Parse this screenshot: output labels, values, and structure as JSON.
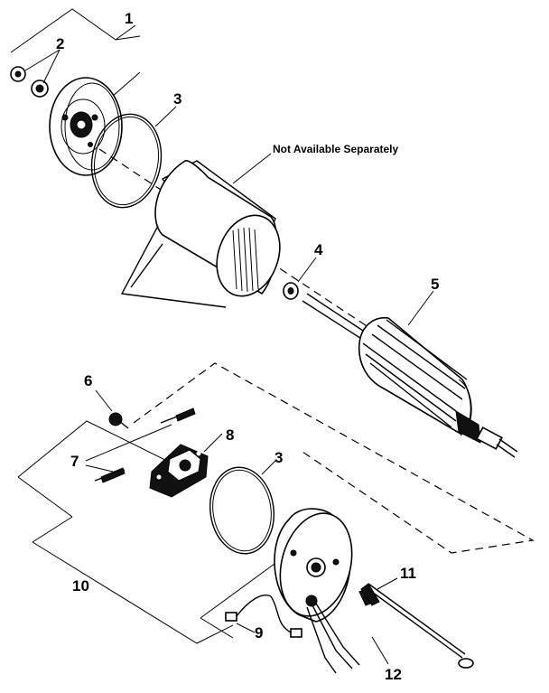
{
  "callouts": {
    "c1": "1",
    "c2": "2",
    "c3_top": "3",
    "c4": "4",
    "c5": "5",
    "c6": "6",
    "c7": "7",
    "c8": "8",
    "c3_bottom": "3",
    "c9": "9",
    "c10": "10",
    "c11": "11",
    "c12": "12"
  },
  "note": "Not Available Separately",
  "parts": [
    {
      "callout": "1",
      "icon": "end-cap-assembly-icon"
    },
    {
      "callout": "2",
      "icon": "nut-washer-icon"
    },
    {
      "callout": "3",
      "icon": "o-ring-icon"
    },
    {
      "callout": "4",
      "icon": "thrust-washer-icon"
    },
    {
      "callout": "5",
      "icon": "armature-icon"
    },
    {
      "callout": "6",
      "icon": "screw-icon"
    },
    {
      "callout": "7",
      "icon": "screws-icon"
    },
    {
      "callout": "8",
      "icon": "bracket-plate-icon"
    },
    {
      "callout": "9",
      "icon": "connector-icon"
    },
    {
      "callout": "10",
      "icon": "hardware-kit-icon"
    },
    {
      "callout": "11",
      "icon": "through-bolt-icon"
    },
    {
      "callout": "12",
      "icon": "field-cap-icon"
    }
  ]
}
